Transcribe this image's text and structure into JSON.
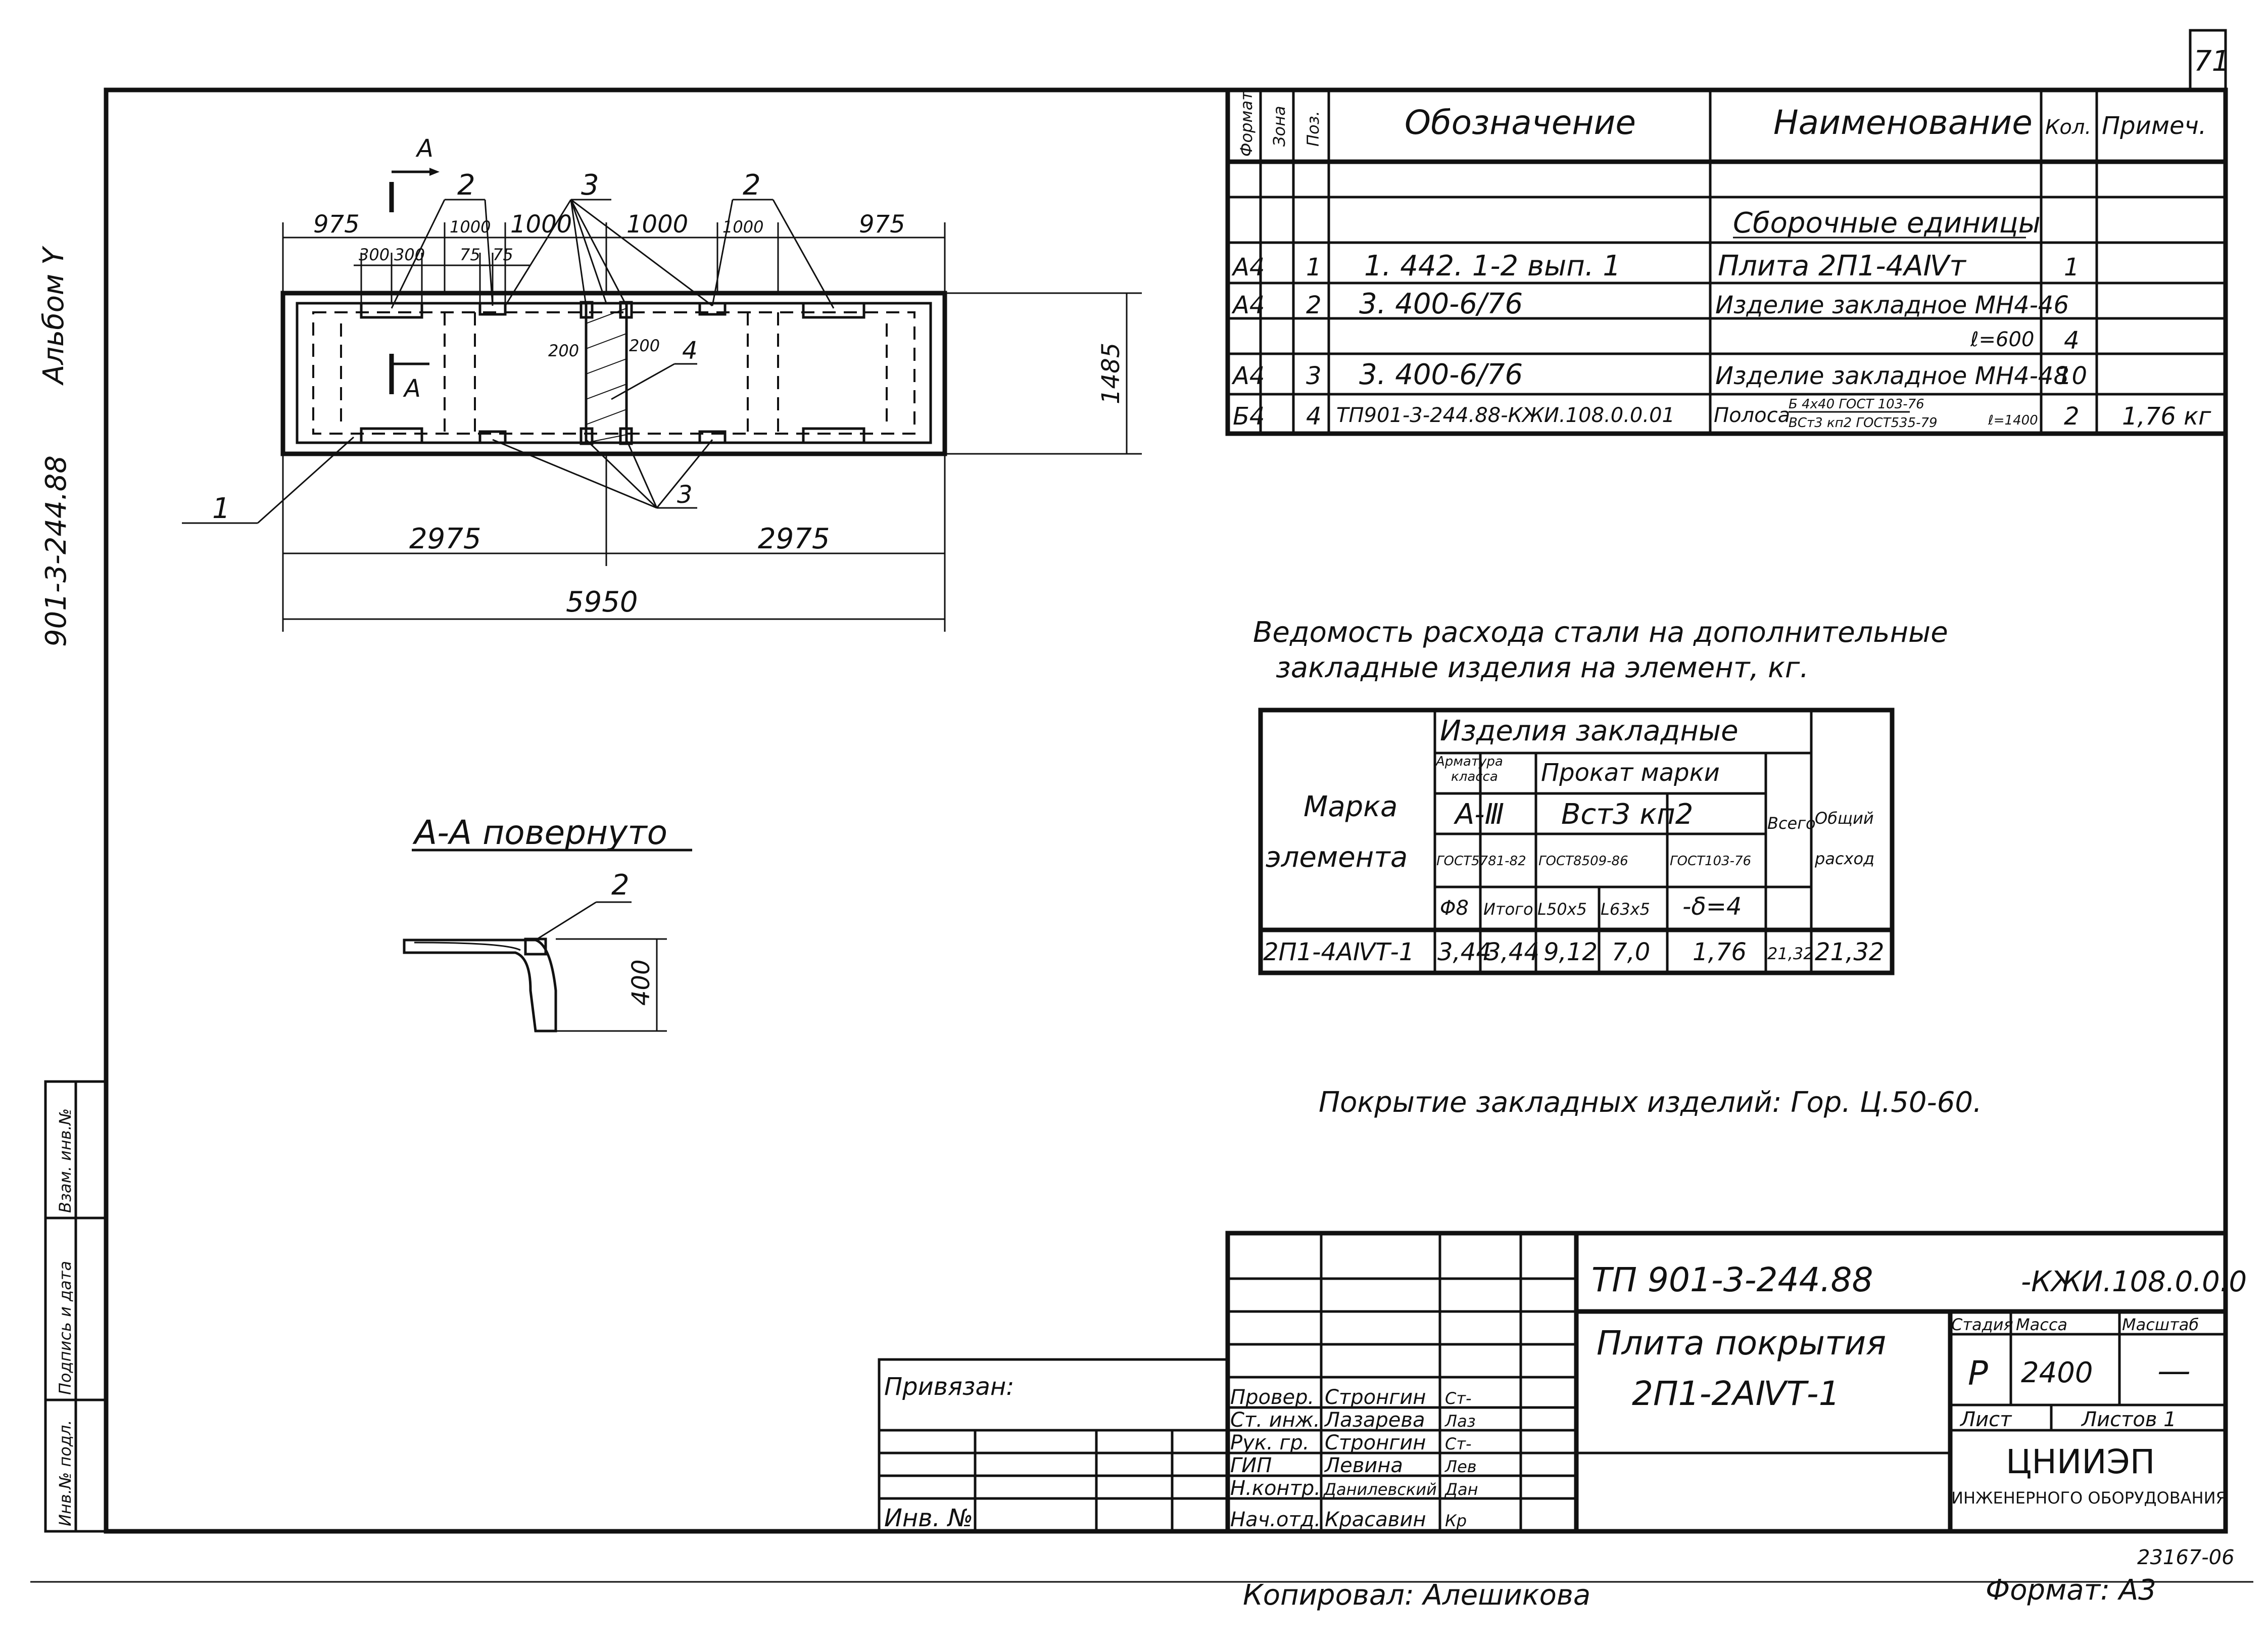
{
  "sheet_number": "71",
  "album": "Альбом Y",
  "project_code_vertical": "901-3-244.88",
  "sections": {
    "plan_dims": {
      "top_975_left": "975",
      "top_1000_a": "1000",
      "top_1000_b": "1000",
      "top_1000_c": "1000",
      "top_1000_d": "1000",
      "top_975_right": "975",
      "sub_300_a": "300",
      "sub_300_b": "300",
      "sub_75_a": "75",
      "sub_75_b": "75",
      "bottom_2975_left": "2975",
      "bottom_2975_right": "2975",
      "bottom_total": "5950",
      "right_height": "1485",
      "inner_200_a": "200",
      "inner_200_b": "200"
    },
    "plan_callouts": {
      "cut_letter_top": "А",
      "cut_letter_bottom": "А",
      "pos_1": "1",
      "pos_2_left": "2",
      "pos_2_right": "2",
      "pos_3_top": "3",
      "pos_3_bottom": "3",
      "pos_4": "4"
    },
    "section_aa": {
      "title": "А-А повернуто",
      "pos_2": "2",
      "height": "400"
    }
  },
  "spec_table": {
    "headers": {
      "format": "Формат",
      "zone": "Зона",
      "pos": "Поз.",
      "designation": "Обозначение",
      "name": "Наименование",
      "qty": "Кол.",
      "note": "Примеч."
    },
    "group_title": "Сборочные единицы",
    "rows": [
      {
        "format": "А4",
        "pos": "1",
        "designation": "1. 442. 1-2 вып. 1",
        "name": "Плита 2П1-4АⅣт",
        "qty": "1",
        "note": ""
      },
      {
        "format": "А4",
        "pos": "2",
        "designation": "3. 400-6/76",
        "name": "Изделие закладное МН4-46",
        "qty": "",
        "note": ""
      },
      {
        "format": "",
        "pos": "",
        "designation": "",
        "name": "ℓ=600",
        "qty": "4",
        "note": ""
      },
      {
        "format": "А4",
        "pos": "3",
        "designation": "3. 400-6/76",
        "name": "Изделие закладное МН4-48",
        "qty": "10",
        "note": ""
      },
      {
        "format": "Б4",
        "pos": "4",
        "designation": "ТП901-3-244.88-КЖИ.108.0.0.01",
        "name": "Полоса",
        "name_top": "Б 4х40 ГОСТ 103-76",
        "name_bottom": "ВСт3 кп2 ГОСТ535-79",
        "name_len": "ℓ=1400",
        "qty": "2",
        "note": "1,76 кг"
      }
    ]
  },
  "steel_table": {
    "title_line1": "Ведомость расхода стали на дополнительные",
    "title_line2": "закладные изделия на элемент, кг.",
    "h_mark": "Марка",
    "h_element": "элемента",
    "h_items": "Изделия закладные",
    "h_armatura": "Арматура",
    "h_klassa": "класса",
    "h_prokat": "Прокат марки",
    "h_a3": "А-Ⅲ",
    "h_vst": "Вст3 кп2",
    "h_gost5781": "ГОСТ5781-82",
    "h_gost8509": "ГОСТ8509-86",
    "h_gost103": "ГОСТ103-76",
    "h_f8": "Φ8",
    "h_itogo": "Итого",
    "h_l50": "L50х5",
    "h_l63": "L63х5",
    "h_delta": "-δ=4",
    "h_vsego": "Всего",
    "h_total1": "Общий",
    "h_total2": "расход",
    "row": {
      "mark": "2П1-4АⅣТ-1",
      "f8": "3,44",
      "itogo": "3,44",
      "l50": "9,12",
      "l63": "7,0",
      "delta": "1,76",
      "vsego": "21,32",
      "total": "21,32"
    }
  },
  "coating_note": "Покрытие закладных изделий: Гор. Ц.50-60.",
  "title_block": {
    "code": "ТП 901-3-244.88",
    "code_suffix": "-КЖИ.108.0.0.0",
    "name_line1": "Плита покрытия",
    "name_line2": "2П1-2АⅣТ-1",
    "stage_h": "Стадия",
    "mass_h": "Масса",
    "scale_h": "Масштаб",
    "stage": "Р",
    "mass": "2400",
    "scale": "—",
    "sheet_h": "Лист",
    "sheets_h": "Листов 1",
    "org": "ЦНИИЭП",
    "org_sub": "ИНЖЕНЕРНОГО ОБОРУДОВАНИЯ",
    "bound": "Привязан:",
    "inv": "Инв. №",
    "staff": [
      {
        "role": "Провер.",
        "name": "Стронгин",
        "sign": "Ст-"
      },
      {
        "role": "Ст. инж.",
        "name": "Лазарева",
        "sign": "Лаз"
      },
      {
        "role": "Рук. гр.",
        "name": "Стронгин",
        "sign": "Ст-"
      },
      {
        "role": "ГИП",
        "name": "Левина",
        "sign": "Лев"
      },
      {
        "role": "Н.контр.",
        "name": "Данилевский",
        "sign": "Дан"
      },
      {
        "role": "Нач.отд.",
        "name": "Красавин",
        "sign": "Кр"
      }
    ]
  },
  "side_stamp": {
    "inv_podl": "Инв.№ подл.",
    "sign_date": "Подпись и дата",
    "vzam": "Взам. инв.№"
  },
  "footer": {
    "copied": "Копировал: Алешикова",
    "format": "Формат: А3",
    "order": "23167-06"
  }
}
